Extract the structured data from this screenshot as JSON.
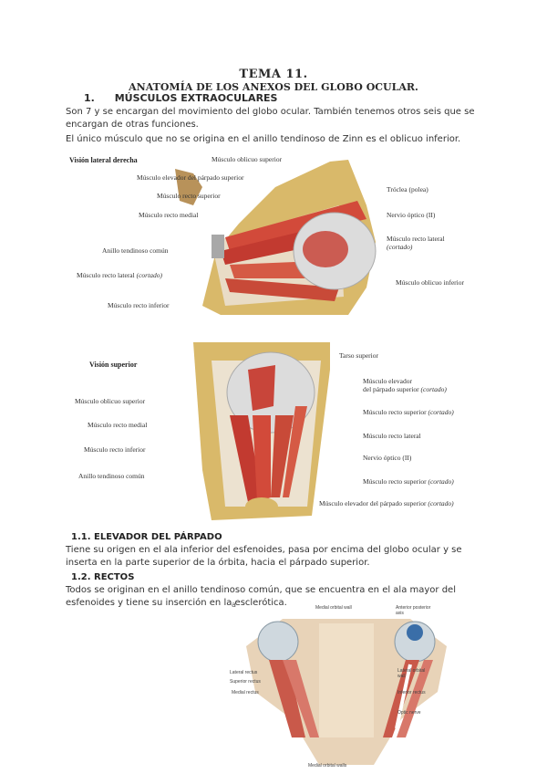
{
  "header": {
    "title": "TEMA 11.",
    "subtitle": "ANATOMÍA DE LOS ANEXOS DEL GLOBO OCULAR.",
    "section1_number": "1.",
    "section1_title": "MÚSCULOS EXTRAOCULARES"
  },
  "intro": {
    "p1": "Son 7 y se encargan del movimiento del globo ocular. También tenemos otros seis que se encargan de otras funciones.",
    "p2": "El único músculo que no se origina en el anillo tendinoso de Zinn es el oblicuo inferior."
  },
  "figure1": {
    "title": "Visión lateral derecha",
    "labels": {
      "oblicuo_superior": "Músculo oblicuo superior",
      "elevador": "Músculo elevador del párpado superior",
      "recto_superior": "Músculo recto superior",
      "recto_medial": "Músculo recto medial",
      "anillo": "Anillo tendinoso común",
      "recto_lateral_cortado": "Músculo recto lateral",
      "recto_lateral_cortado_note": "(cortado)",
      "recto_inferior": "Músculo recto inferior",
      "troclea": "Tróclea (polea)",
      "nervio_optico": "Nervio óptico (II)",
      "recto_lateral_r": "Músculo recto lateral",
      "recto_lateral_r_note": "(cortado)",
      "oblicuo_inferior": "Músculo oblicuo inferior"
    }
  },
  "figure2": {
    "title": "Visión superior",
    "labels": {
      "tarso": "Tarso superior",
      "elevador": "Músculo elevador",
      "elevador2": "del párpado superior",
      "elevador2_note": "(cortado)",
      "oblicuo_superior": "Músculo oblicuo superior",
      "recto_medial": "Músculo recto medial",
      "recto_inferior": "Músculo recto inferior",
      "anillo": "Anillo tendinoso común",
      "recto_superior_cortado": "Músculo recto superior",
      "recto_superior_cortado_note": "(cortado)",
      "recto_lateral": "Músculo recto lateral",
      "nervio_optico": "Nervio óptico (II)",
      "recto_superior_cortado2": "Músculo recto superior",
      "recto_superior_cortado2_note": "(cortado)",
      "elevador_bottom": "Músculo elevador del párpado superior",
      "elevador_bottom_note": "(cortado)"
    }
  },
  "section11": {
    "title": "1.1. ELEVADOR DEL PÁRPADO",
    "text": "Tiene su origen en el ala inferior del esfenoides, pasa por encima del globo ocular y se inserta en la parte superior de la órbita, hacia el párpado superior."
  },
  "section12": {
    "title": "1.2. RECTOS",
    "text": "Todos se originan en el anillo tendinoso común, que se encuentra en el ala mayor del esfenoides y tiene su inserción en la esclerótica.",
    "fig_marker": "a",
    "labels": {
      "top": "Medial orbital wall",
      "top_right": "Anterior posterior axis",
      "left1": "Lateral rectus",
      "left2": "Superior rectus",
      "left3": "Medial rectus",
      "right1": "Lateral orbital wall",
      "right2": "Inferior rectus",
      "right3": "Optic nerve",
      "bottom": "Medial orbital walls"
    }
  }
}
